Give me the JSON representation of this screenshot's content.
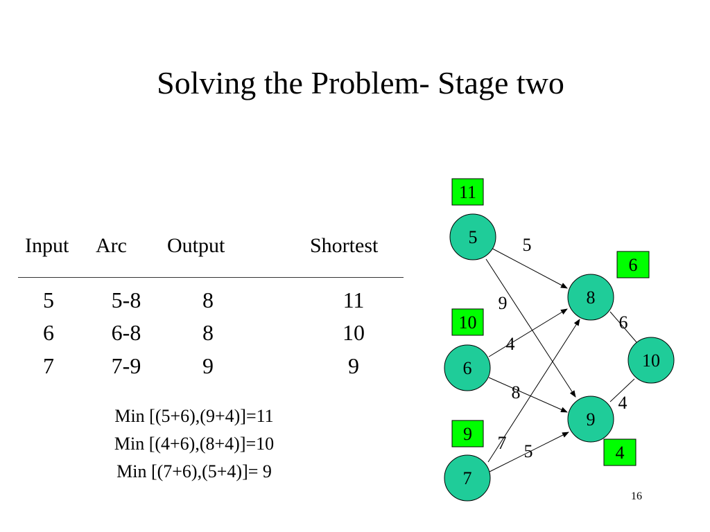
{
  "slide": {
    "title": "Solving the Problem- Stage two",
    "page_number": "16"
  },
  "table": {
    "headers": [
      "Input",
      "Arc",
      "Output",
      "Shortest"
    ],
    "rows": [
      [
        "5",
        "5-8",
        "8",
        "11"
      ],
      [
        "6",
        "6-8",
        "8",
        "10"
      ],
      [
        "7",
        "7-9",
        "9",
        "9"
      ]
    ]
  },
  "calculations": [
    "Min [(5+6),(9+4)]=11",
    "Min [(4+6),(8+4)]=10",
    "Min [(7+6),(5+4)]= 9"
  ],
  "graph": {
    "colors": {
      "node_fill": "#1fcc99",
      "box_fill": "#00ff00",
      "edge": "#000000"
    },
    "nodes": [
      {
        "id": "n5",
        "label": "5"
      },
      {
        "id": "n6",
        "label": "6"
      },
      {
        "id": "n7",
        "label": "7"
      },
      {
        "id": "n8",
        "label": "8"
      },
      {
        "id": "n9",
        "label": "9"
      },
      {
        "id": "n10",
        "label": "10"
      }
    ],
    "edges": [
      {
        "from": "5",
        "to": "8",
        "weight": "5"
      },
      {
        "from": "5",
        "to": "9",
        "weight": "9"
      },
      {
        "from": "6",
        "to": "8",
        "weight": "4"
      },
      {
        "from": "6",
        "to": "9",
        "weight": "8"
      },
      {
        "from": "7",
        "to": "8",
        "weight": "7"
      },
      {
        "from": "7",
        "to": "9",
        "weight": "5"
      },
      {
        "from": "8",
        "to": "10",
        "weight": "6"
      },
      {
        "from": "9",
        "to": "10",
        "weight": "4"
      }
    ],
    "value_boxes": [
      {
        "node": "5",
        "value": "11"
      },
      {
        "node": "6",
        "value": "10"
      },
      {
        "node": "7",
        "value": "9"
      },
      {
        "node": "8",
        "value": "6"
      },
      {
        "node": "9",
        "value": "4"
      }
    ]
  }
}
